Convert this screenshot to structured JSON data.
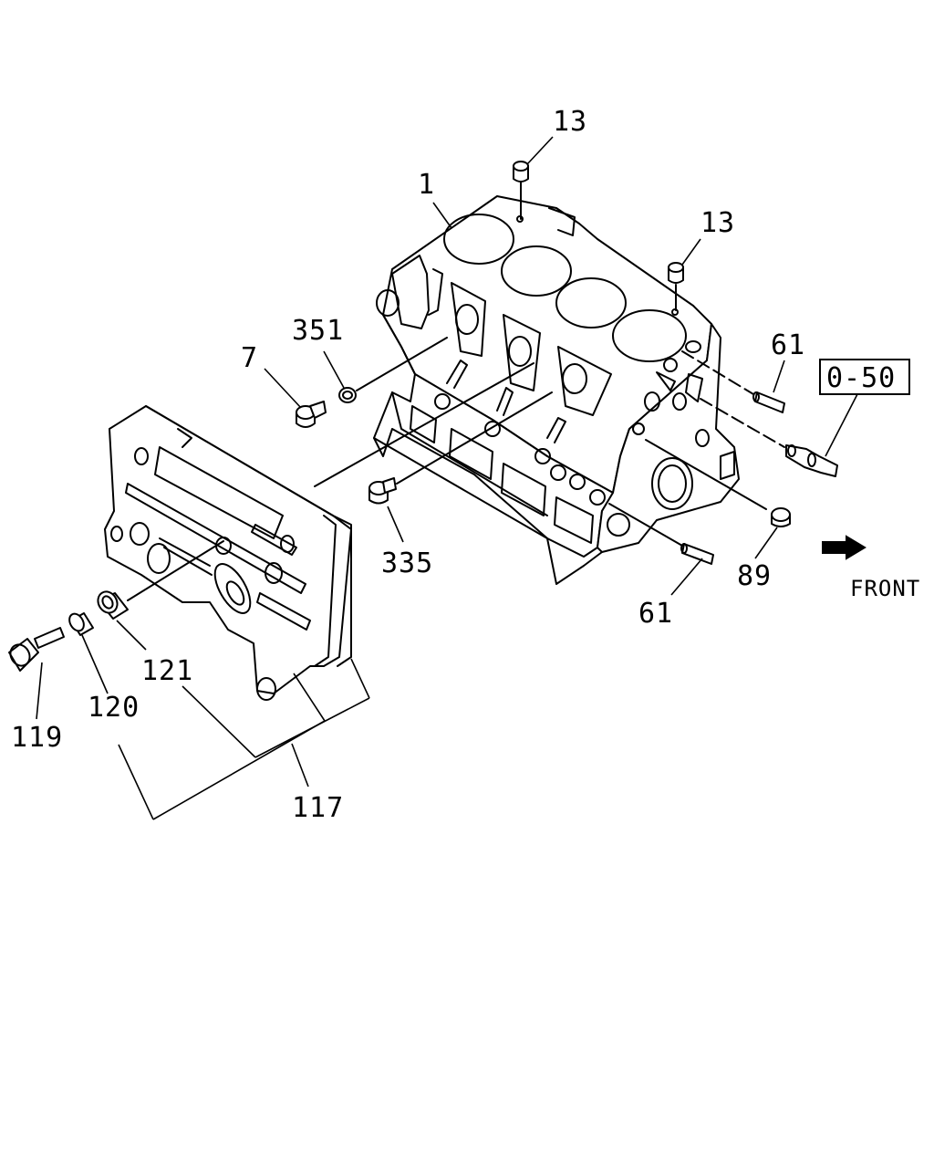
{
  "callouts": {
    "c13a": "13",
    "c13b": "13",
    "c1": "1",
    "c351": "351",
    "c7": "7",
    "c61a": "61",
    "c61b": "61",
    "c335": "335",
    "c89": "89",
    "c121": "121",
    "c120": "120",
    "c119": "119",
    "c117": "117"
  },
  "ref_box": "0-50",
  "direction_label": "FRONT"
}
